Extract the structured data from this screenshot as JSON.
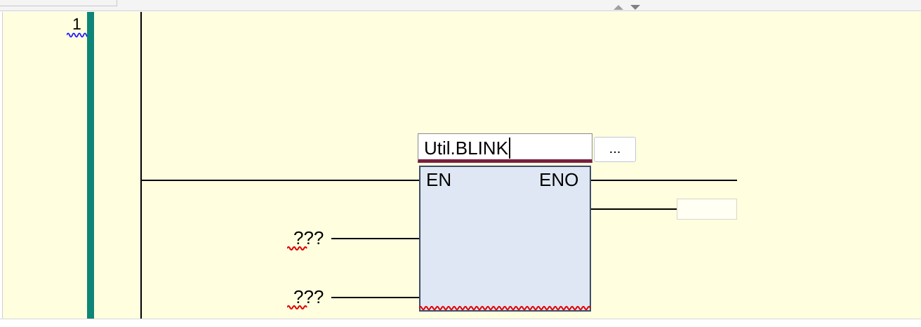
{
  "rung": {
    "number": "1"
  },
  "function_block": {
    "name": "Util.BLINK",
    "browse_label": "...",
    "input_enable": "EN",
    "output_enable": "ENO"
  },
  "inputs": [
    {
      "value": "???"
    },
    {
      "value": "???"
    }
  ],
  "output": {
    "value": ""
  },
  "colors": {
    "canvas_background": "#ffffe0",
    "power_rail": "#0e8577",
    "block_fill": "#e0e7f4",
    "block_border": "#3d4b66",
    "name_underline": "#7a1f3d",
    "error_squiggle": "#e00000",
    "info_squiggle": "#1a1aff"
  },
  "icons": {
    "collapse": "chevron-up-icon",
    "expand": "chevron-down-icon"
  }
}
